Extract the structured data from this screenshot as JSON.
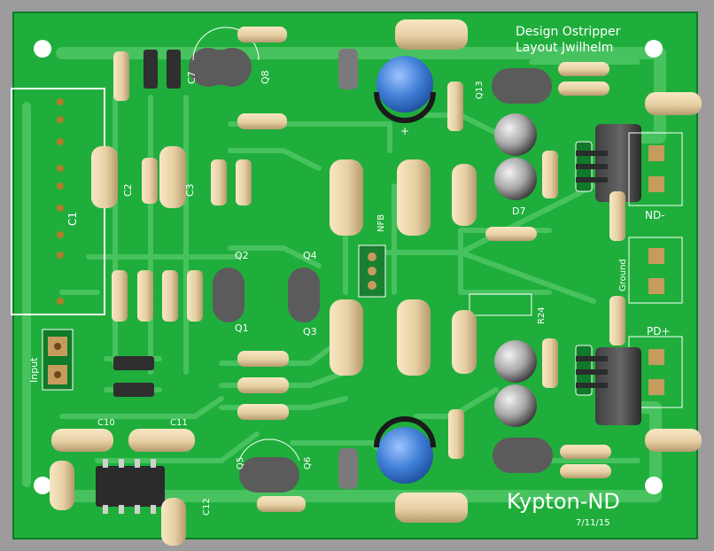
{
  "board": {
    "title": "Kypton-ND",
    "date": "7/11/15",
    "credits": [
      "Design  Ostripper",
      "Layout  Jwilhelm"
    ],
    "colors": {
      "background": "#9c9c9c",
      "board": "#1fae3b",
      "trace": "#47c25f",
      "silkscreen": "#ffffff",
      "hole": "#ffffff",
      "resistor_body": "#e6cfa3",
      "transistor_body": "#5a5a5a",
      "cap_body": "#d9b98a",
      "electrolytic_blue": "#3f7fd6"
    }
  },
  "labels": {
    "input": "Input",
    "nfb": "NFB",
    "ground": "Ground",
    "nd_minus": "ND-",
    "pd_plus": "PD+",
    "c1": "C1",
    "c2": "C2",
    "c3": "C3",
    "c7": "C7",
    "q8": "Q8",
    "q2": "Q2",
    "q1": "Q1",
    "q4": "Q4",
    "q3": "Q3",
    "q13": "Q13",
    "d7": "D7",
    "r24": "R24",
    "c10": "C10",
    "c11": "C11",
    "c12": "C12",
    "q5": "Q5",
    "q6": "Q6"
  }
}
